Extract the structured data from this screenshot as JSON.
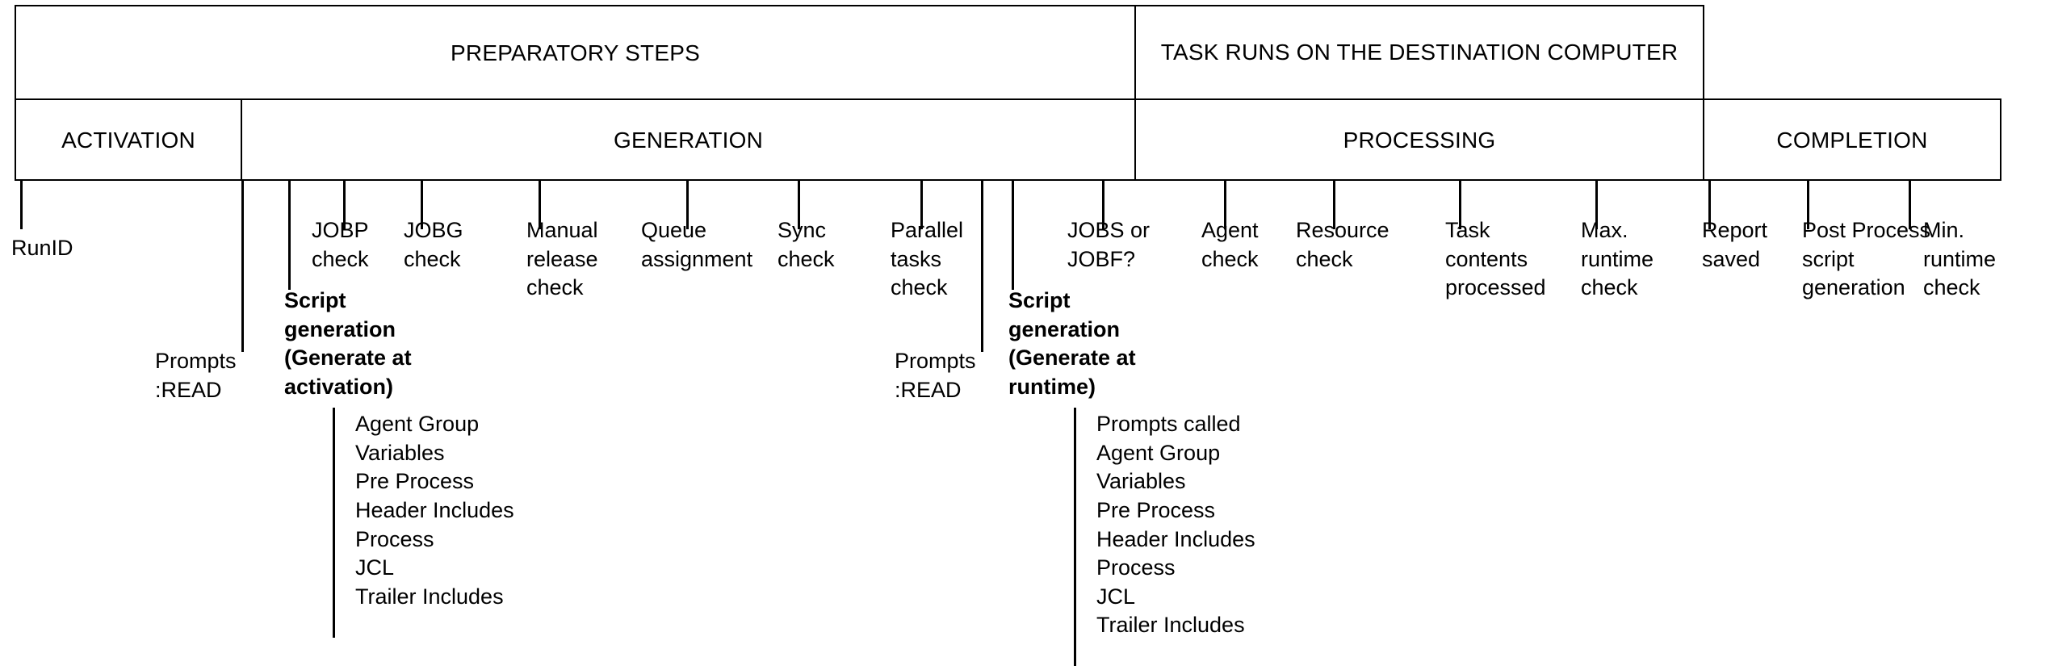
{
  "diagram": {
    "title_bands": [
      {
        "label": "PREPARATORY STEPS"
      },
      {
        "label": "TASK RUNS ON THE\nDESTINATION COMPUTER"
      }
    ],
    "phase_bands": [
      {
        "label": "ACTIVATION"
      },
      {
        "label": "GENERATION"
      },
      {
        "label": "PROCESSING"
      },
      {
        "label": "COMPLETION"
      }
    ],
    "steps": [
      {
        "label": "RunID",
        "bold": false
      },
      {
        "label": "Prompts\n:READ",
        "bold": false
      },
      {
        "label": "Script\ngeneration\n(Generate at\nactivation)",
        "bold": true
      },
      {
        "label": "JOBP\ncheck",
        "bold": false
      },
      {
        "label": "JOBG\ncheck",
        "bold": false
      },
      {
        "label": "Manual\nrelease\ncheck",
        "bold": false
      },
      {
        "label": "Queue\nassignment",
        "bold": false
      },
      {
        "label": "Sync\ncheck",
        "bold": false
      },
      {
        "label": "Parallel\ntasks\ncheck",
        "bold": false
      },
      {
        "label": "Prompts\n:READ",
        "bold": false
      },
      {
        "label": "Script\ngeneration\n(Generate at\nruntime)",
        "bold": true
      },
      {
        "label": "JOBS or\nJOBF?",
        "bold": false
      },
      {
        "label": "Agent\ncheck",
        "bold": false
      },
      {
        "label": "Resource\ncheck",
        "bold": false
      },
      {
        "label": "Task\ncontents\nprocessed",
        "bold": false
      },
      {
        "label": "Max.\nruntime\ncheck",
        "bold": false
      },
      {
        "label": "Report\nsaved",
        "bold": false
      },
      {
        "label": "Post Process\nscript\ngeneration",
        "bold": false
      },
      {
        "label": "Min.\nruntime\ncheck",
        "bold": false
      }
    ],
    "sublists": [
      {
        "name": "script-generation-activation-items",
        "items": [
          "Agent Group",
          "Variables",
          "Pre Process",
          "Header Includes",
          "Process",
          "JCL",
          "Trailer Includes"
        ]
      },
      {
        "name": "script-generation-runtime-items",
        "items": [
          "Prompts called",
          "Agent Group",
          "Variables",
          "Pre Process",
          "Header Includes",
          "Process",
          "JCL",
          "Trailer Includes"
        ]
      }
    ],
    "colors": {
      "line": "#000000",
      "text": "#000000",
      "background": "#ffffff"
    }
  }
}
